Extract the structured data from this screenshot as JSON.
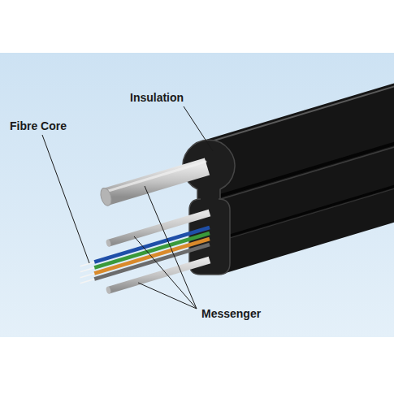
{
  "diagram": {
    "labels": [
      "Insulation",
      "Fibre Core",
      "Messenger"
    ]
  }
}
